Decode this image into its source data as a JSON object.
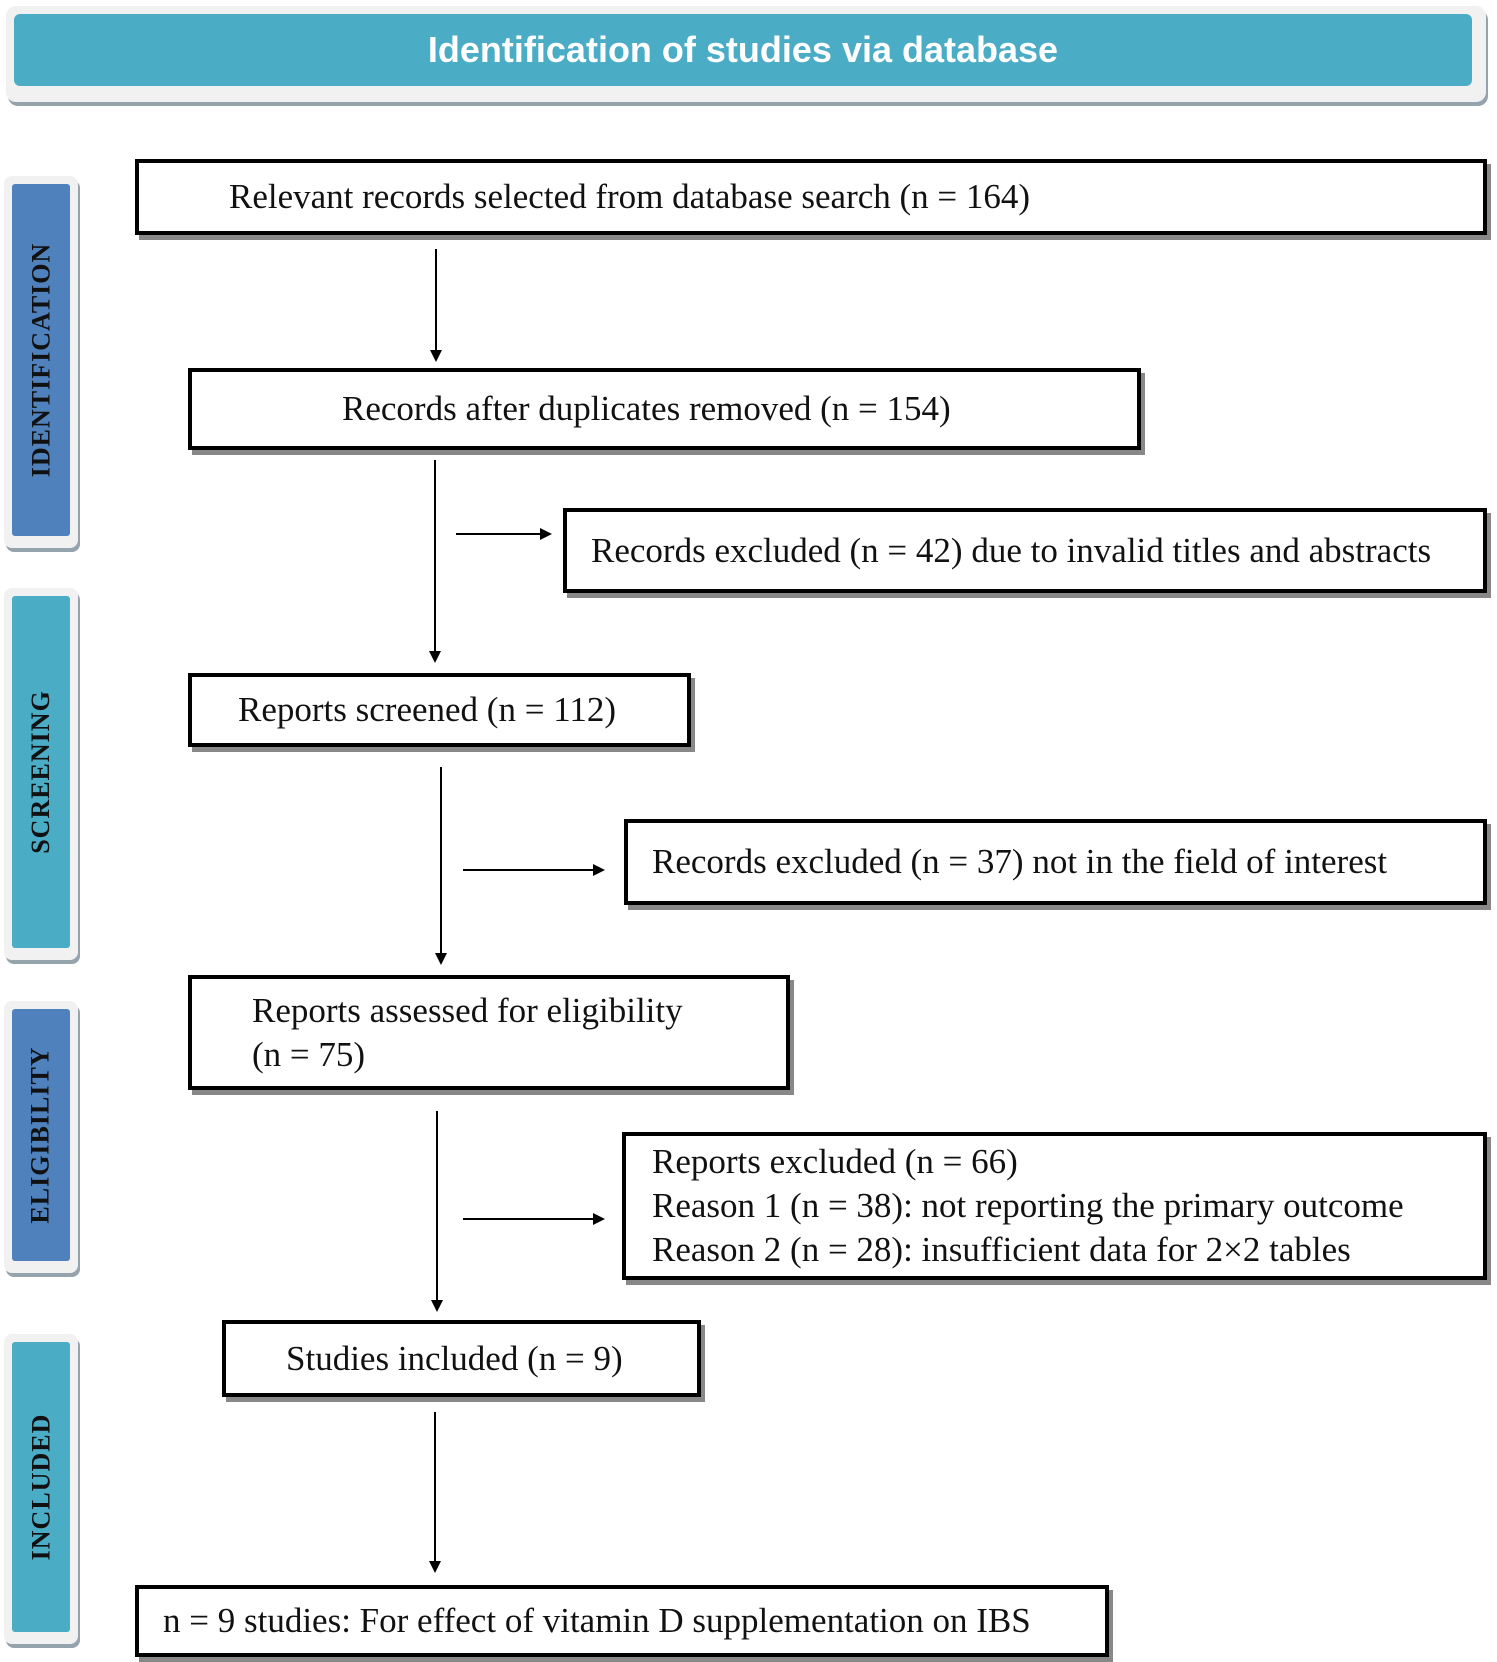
{
  "header": {
    "title": "Identification of studies via database"
  },
  "stages": {
    "identification": "IDENTIFICATION",
    "screening": "SCREENING",
    "eligibility": "ELIGIBILITY",
    "included": "INCLUDED"
  },
  "colors": {
    "blue": "#4f81bd",
    "teal": "#4bacc6"
  },
  "boxes": {
    "records_selected": "Relevant records selected from database search (n = 164)",
    "after_duplicates": "Records after duplicates removed (n = 154)",
    "excluded_titles": "Records excluded (n = 42) due to invalid titles and abstracts",
    "screened": "Reports screened (n = 112)",
    "excluded_field": "Records excluded (n = 37) not in the field of interest",
    "assessed_line1": "Reports assessed for eligibility",
    "assessed_line2": "(n = 75)",
    "reports_excluded": "Reports excluded (n = 66)",
    "reason1": "Reason 1 (n = 38): not reporting the primary outcome",
    "reason2": "Reason 2 (n = 28): insufficient data for 2×2 tables",
    "included": "Studies included (n = 9)",
    "final": "n = 9 studies: For effect of vitamin D supplementation on IBS"
  }
}
